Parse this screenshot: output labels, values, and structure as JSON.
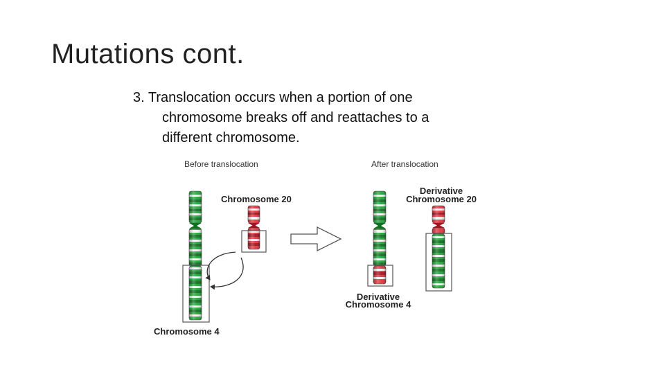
{
  "slide": {
    "title": "Mutations cont.",
    "bullet_lines": [
      "3.  Translocation occurs when a portion of one",
      "chromosome breaks off and reattaches to a",
      "different chromosome."
    ]
  },
  "diagram": {
    "before_caption": "Before translocation",
    "after_caption": "After translocation",
    "chromosome_20_label": "Chromosome 20",
    "chromosome_4_label": "Chromosome 4",
    "derivative_20_label": [
      "Derivative",
      "Chromosome 20"
    ],
    "derivative_4_label": [
      "Derivative",
      "Chromosome 4"
    ],
    "colors": {
      "chromosome_4": "#22a33a",
      "chromosome_4_dark": "#0f6e1f",
      "chromosome_20": "#e0353f",
      "chromosome_20_dark": "#9e1520",
      "band_light": "#f4f4f4",
      "box_stroke": "#555555",
      "arrow": "#333333"
    }
  }
}
